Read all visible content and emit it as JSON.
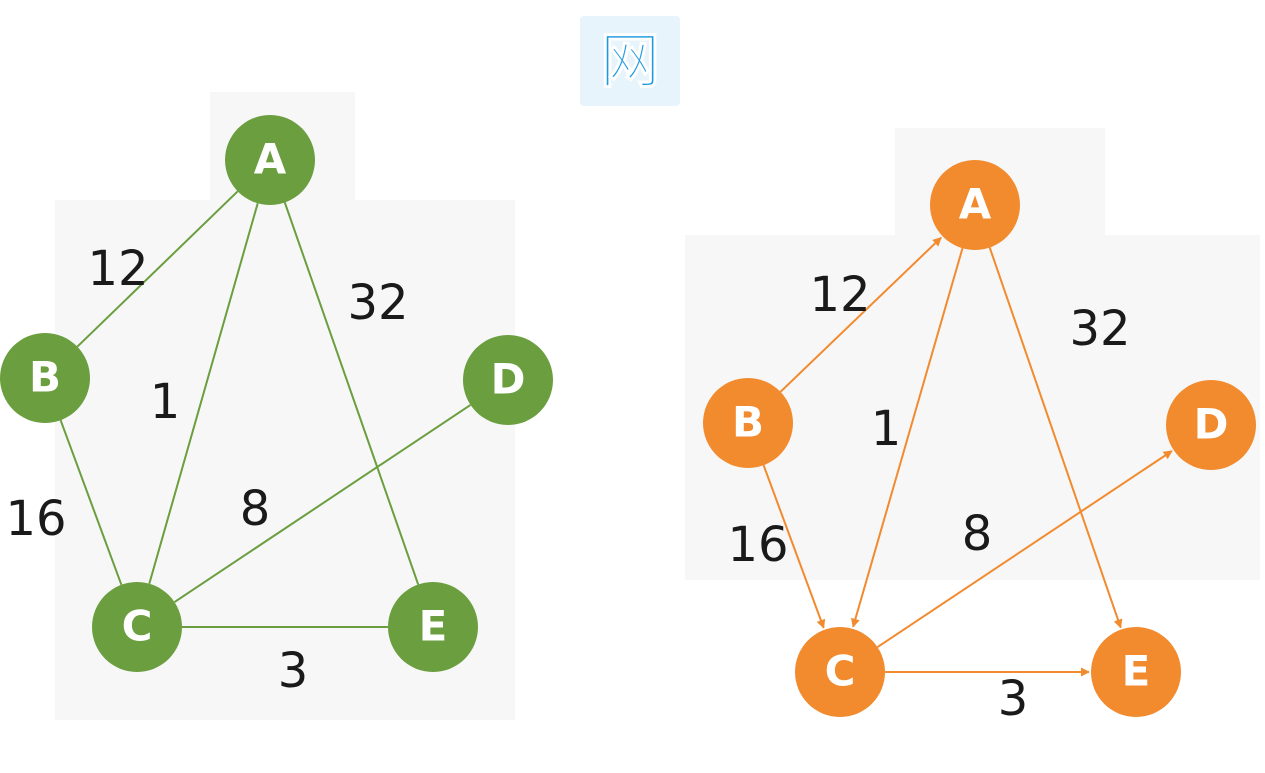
{
  "logo": {
    "glyph": "网",
    "color": "#1f9ae0",
    "bg": "#e8f4fc"
  },
  "graphs": [
    {
      "name": "undirected",
      "directed": false,
      "color": "#6a9e3f",
      "nodes": [
        "A",
        "B",
        "C",
        "D",
        "E"
      ],
      "edges": [
        {
          "from": "B",
          "to": "A",
          "weight": "12"
        },
        {
          "from": "A",
          "to": "C",
          "weight": "1"
        },
        {
          "from": "A",
          "to": "E",
          "weight": "32"
        },
        {
          "from": "B",
          "to": "C",
          "weight": "16"
        },
        {
          "from": "C",
          "to": "D",
          "weight": "8"
        },
        {
          "from": "C",
          "to": "E",
          "weight": "3"
        }
      ]
    },
    {
      "name": "directed",
      "directed": true,
      "color": "#f28a2e",
      "nodes": [
        "A",
        "B",
        "C",
        "D",
        "E"
      ],
      "edges": [
        {
          "from": "B",
          "to": "A",
          "weight": "12"
        },
        {
          "from": "A",
          "to": "C",
          "weight": "1"
        },
        {
          "from": "A",
          "to": "E",
          "weight": "32"
        },
        {
          "from": "B",
          "to": "C",
          "weight": "16"
        },
        {
          "from": "C",
          "to": "D",
          "weight": "8"
        },
        {
          "from": "C",
          "to": "E",
          "weight": "3"
        }
      ]
    }
  ]
}
